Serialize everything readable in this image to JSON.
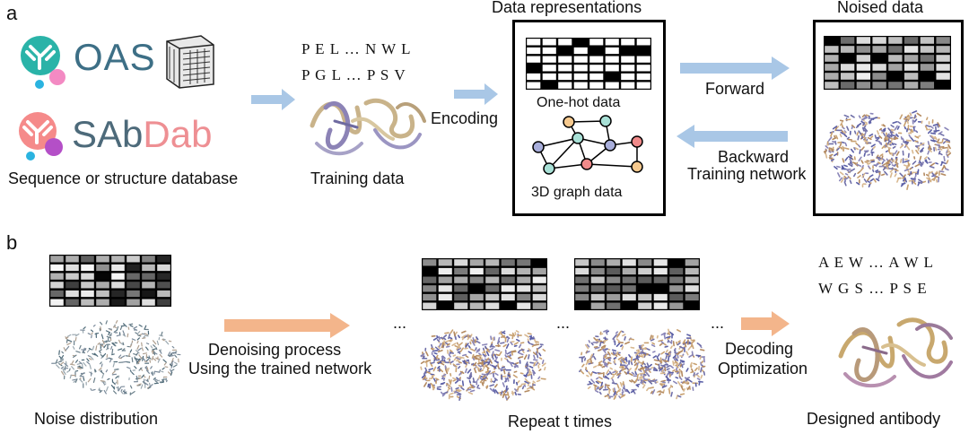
{
  "panel_a": {
    "label": "a",
    "db_oas": "OAS",
    "db_sabdab_1": "SAb",
    "db_sabdab_2": "Dab",
    "db_caption": "Sequence or structure database",
    "seq_line1": "P E L … N W L",
    "seq_line2": "P G L … P S V",
    "training_caption": "Training data",
    "encoding": "Encoding",
    "data_rep_title": "Data representations",
    "onehot_caption": "One-hot data",
    "graph_caption": "3D graph data",
    "forward": "Forward",
    "backward": "Backward",
    "training_network": "Training network",
    "noised_title": "Noised data"
  },
  "panel_b": {
    "label": "b",
    "noise_caption": "Noise distribution",
    "denoise_line1": "Denoising process",
    "denoise_line2": "Using the trained network",
    "ellipsis": "...",
    "repeat_caption": "Repeat t times",
    "decoding": "Decoding",
    "optimization": "Optimization",
    "seq_line1": "A E W … A W L",
    "seq_line2": "W G S … P S E",
    "designed_caption": "Designed antibody"
  },
  "colors": {
    "blue_arrow": "#a9c7e6",
    "orange_arrow": "#f3b58b",
    "oas_text": "#3d6f86",
    "teal": "#2ab3a8",
    "pink": "#f38a9a",
    "sabdab_gray": "#4d6a7a",
    "dab_pink": "#ee8f93"
  },
  "icons": [
    "oas-logo-icon",
    "server-rack-icon",
    "sabdab-logo-icon",
    "protein-ribbon-icon",
    "graph-network-icon",
    "point-cloud-icon"
  ]
}
